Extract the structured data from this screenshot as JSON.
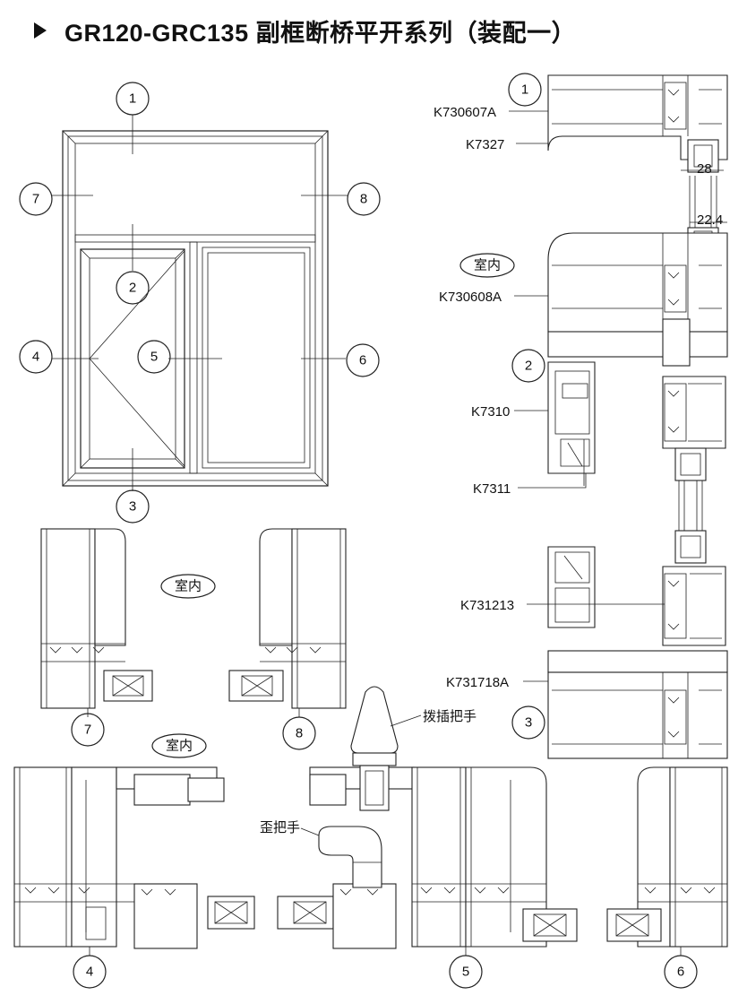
{
  "title": "GR120-GRC135 副框断桥平开系列（装配一）",
  "indoor_label": "室内",
  "markers": [
    "1",
    "2",
    "3",
    "4",
    "5",
    "6",
    "7",
    "8"
  ],
  "parts": {
    "p1": "K730607A",
    "p2": "K7327",
    "p3": "K730608A",
    "p4": "K7310",
    "p5": "K7311",
    "p6": "K731213",
    "p7": "K731718A"
  },
  "dimensions": {
    "d1": "28",
    "d2": "22.4"
  },
  "handles": {
    "plug_handle": "拨插把手",
    "crank_handle": "歪把手"
  }
}
